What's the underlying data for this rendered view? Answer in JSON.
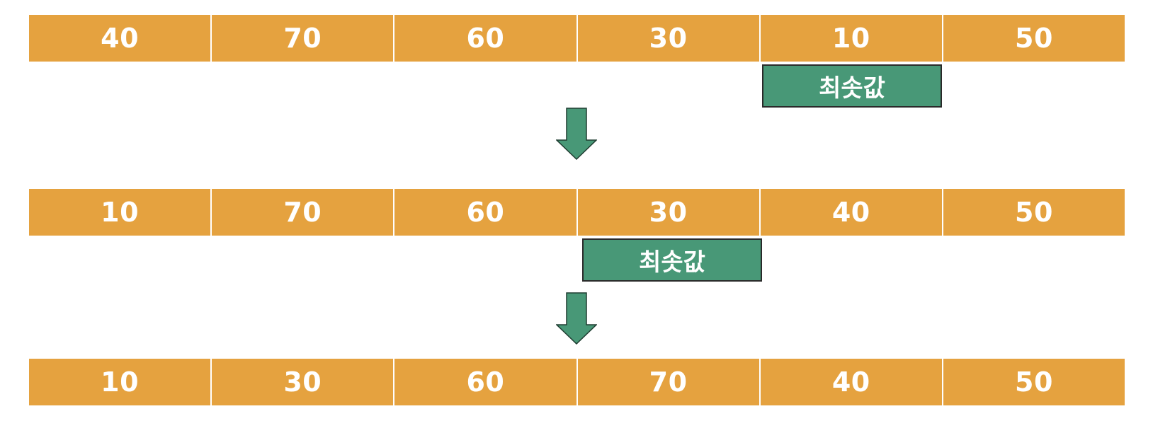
{
  "rows": [
    {
      "cells": [
        "40",
        "70",
        "60",
        "30",
        "10",
        "50"
      ]
    },
    {
      "cells": [
        "10",
        "70",
        "60",
        "30",
        "40",
        "50"
      ]
    },
    {
      "cells": [
        "10",
        "30",
        "60",
        "70",
        "40",
        "50"
      ]
    }
  ],
  "labels": {
    "min_1": "최솟값",
    "min_2": "최솟값"
  },
  "colors": {
    "cell": "#E5A23F",
    "label": "#489877",
    "arrow": "#489877"
  },
  "icons": {
    "arrow": "down-arrow-icon"
  }
}
